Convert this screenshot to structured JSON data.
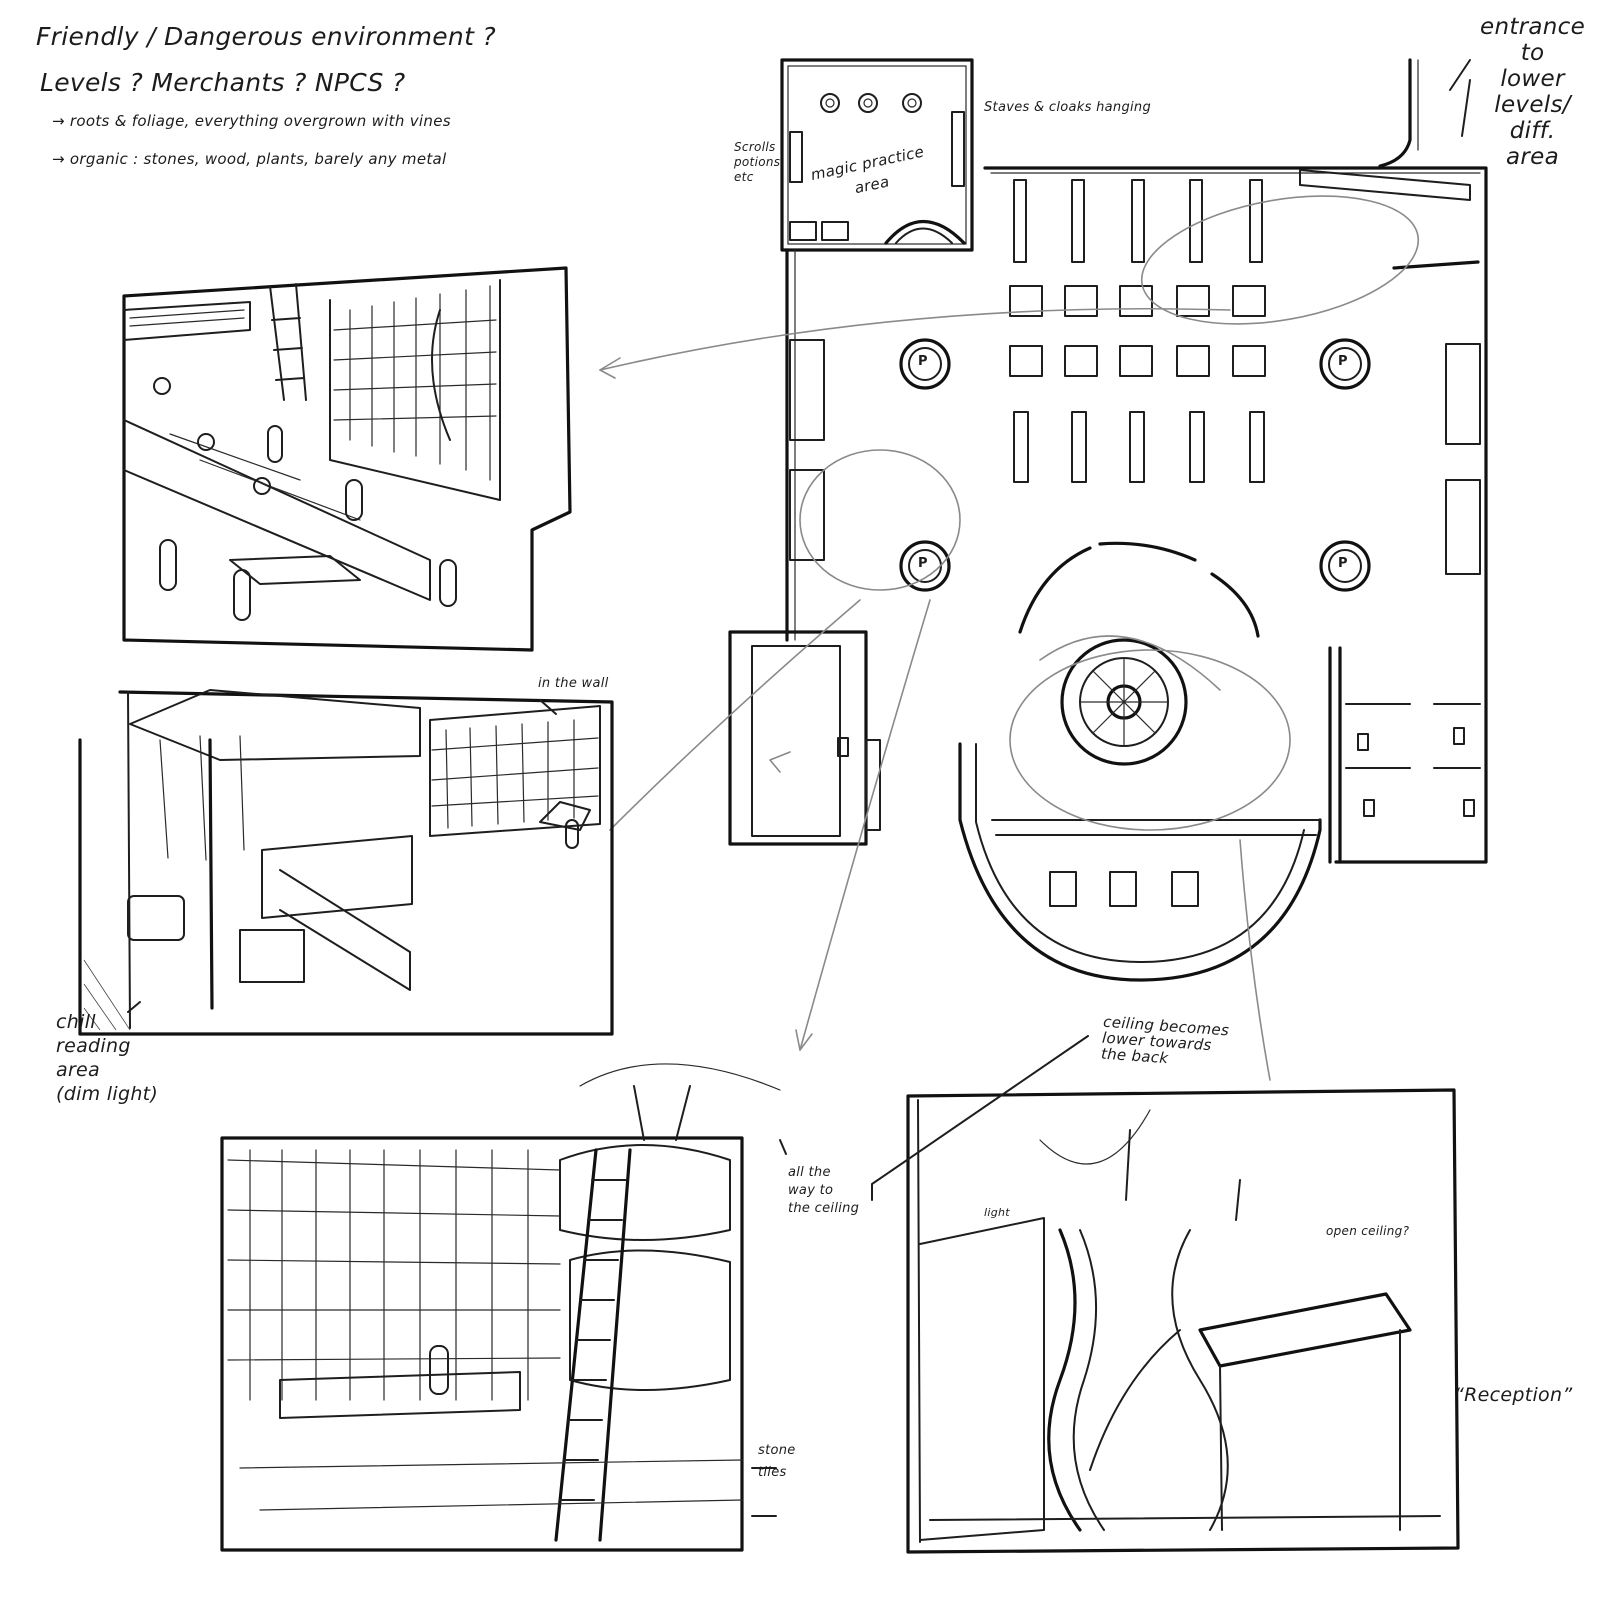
{
  "notes": {
    "header_line1": "Friendly / Dangerous environment ?",
    "header_line2": "Levels ?  Merchants ?  NPCS ?",
    "bullet1": "→ roots & foliage, everything overgrown with vines",
    "bullet2": "→ organic : stones, wood, plants, barely any metal"
  },
  "floorplan": {
    "staves_label": "Staves & cloaks hanging",
    "scrolls_label": "Scrolls\npotions\netc",
    "magic_area_label": "magic practice\narea",
    "entrance_label": "entrance\nto\nlower\nlevels/\ndiff.\narea",
    "pillar_mark": "P"
  },
  "sketches": {
    "in_the_wall": "in the wall",
    "chill_reading": "chill\nreading\narea\n(dim light)",
    "all_the_way": "all the\nway to\nthe ceiling",
    "stone_tiles": "stone\ntiles",
    "ceiling_note": "ceiling becomes\nlower towards\nthe back",
    "light": "light",
    "open_ceiling": "open ceiling?",
    "reception": "“Reception”"
  },
  "colors": {
    "ink": "#1e1e1e",
    "pencil_gray": "#8a8a8a",
    "paper": "#ffffff"
  }
}
